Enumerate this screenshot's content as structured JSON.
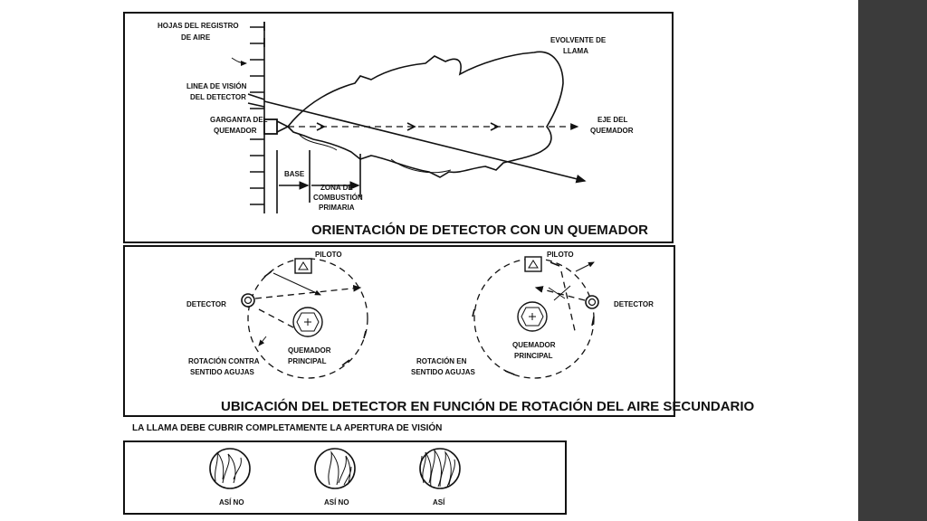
{
  "panel1": {
    "title": "ORIENTACIÓN DE DETECTOR CON UN QUEMADOR",
    "labels": {
      "register_leaves_1": "HOJAS DEL REGISTRO",
      "register_leaves_2": "DE AIRE",
      "sight_line_1": "LINEA DE VISIÓN",
      "sight_line_2": "DEL DETECTOR",
      "throat_1": "GARGANTA DEL",
      "throat_2": "QUEMADOR",
      "flame_envelope_1": "EVOLVENTE DE",
      "flame_envelope_2": "LLAMA",
      "burner_axis_1": "EJE DEL",
      "burner_axis_2": "QUEMADOR",
      "base": "BASE",
      "combustion_zone_1": "ZONA DE",
      "combustion_zone_2": "COMBUSTIÓN",
      "combustion_zone_3": "PRIMARIA"
    }
  },
  "panel2": {
    "title": "UBICACIÓN DEL DETECTOR EN FUNCIÓN DE ROTACIÓN DEL AIRE SECUNDARIO",
    "left": {
      "pilot": "PILOTO",
      "detector": "DETECTOR",
      "burner_1": "QUEMADOR",
      "burner_2": "PRINCIPAL",
      "rotation_1": "ROTACIÓN CONTRA",
      "rotation_2": "SENTIDO AGUJAS"
    },
    "right": {
      "pilot": "PILOTO",
      "detector": "DETECTOR",
      "burner_1": "QUEMADOR",
      "burner_2": "PRINCIPAL",
      "rotation_1": "ROTACIÓN EN",
      "rotation_2": "SENTIDO AGUJAS"
    }
  },
  "panel3": {
    "caption": "LA LLAMA DEBE CUBRIR COMPLETAMENTE LA APERTURA DE VISIÓN",
    "views": [
      {
        "label": "ASÍ NO"
      },
      {
        "label": "ASÍ NO"
      },
      {
        "label": "ASÍ"
      }
    ]
  }
}
